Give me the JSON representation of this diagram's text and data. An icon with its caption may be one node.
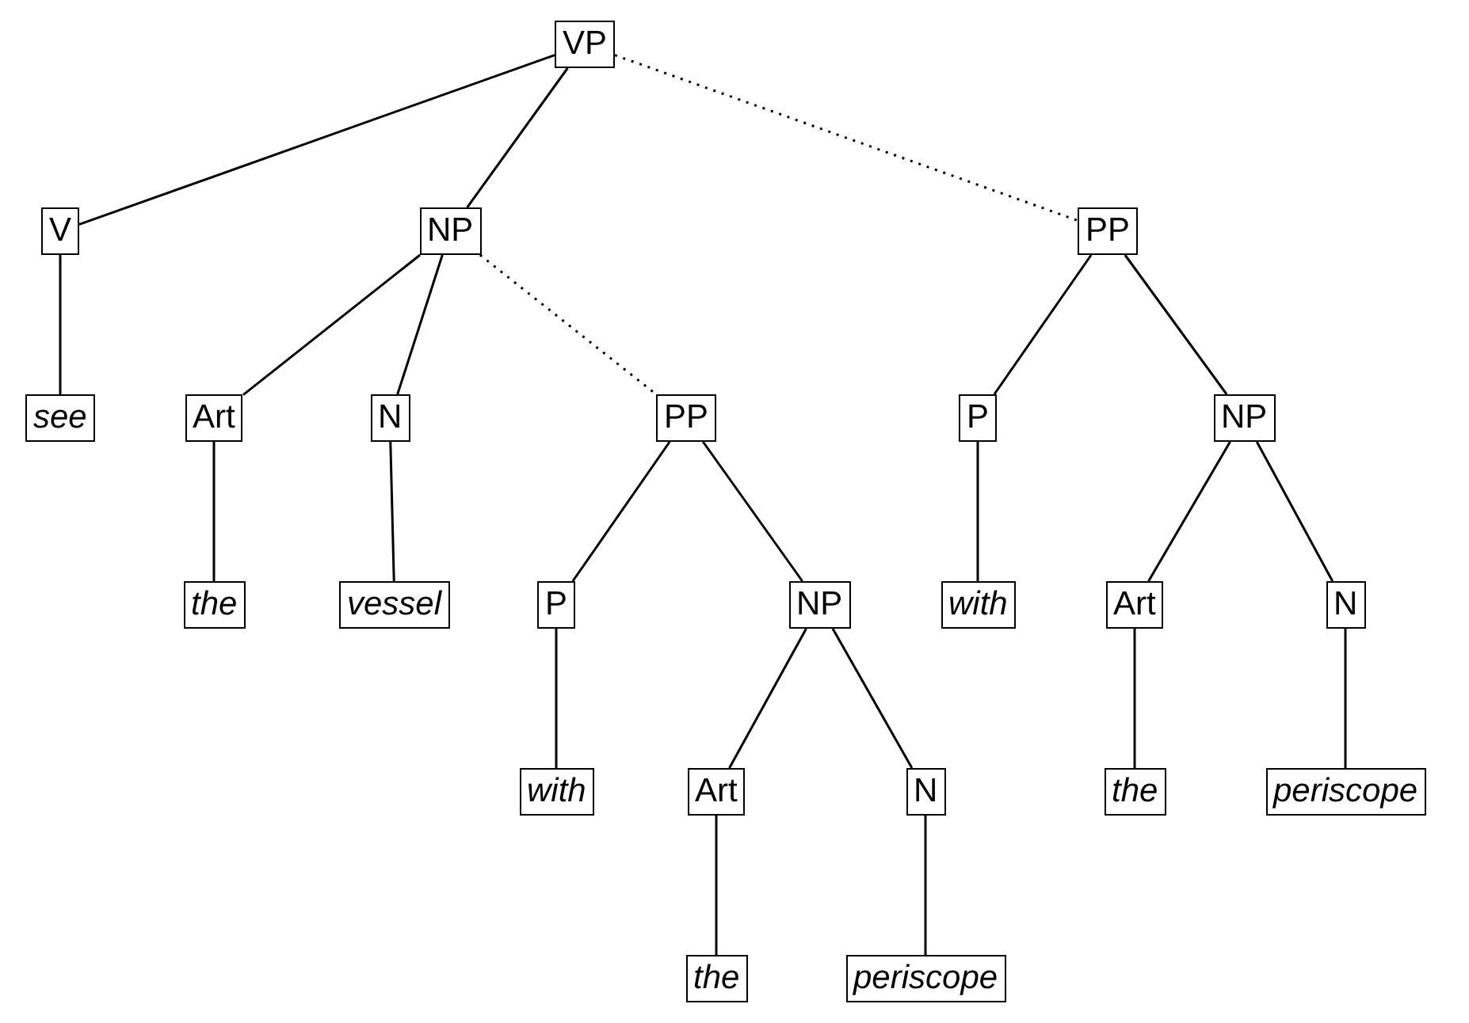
{
  "diagram": {
    "nodes": [
      {
        "text": [
          "VP"
        ]
      },
      {
        "text": [
          "V"
        ]
      },
      {
        "text": [
          "see"
        ]
      },
      {
        "text": [
          "NP"
        ]
      },
      {
        "text": [
          "Art"
        ]
      },
      {
        "text": [
          "the"
        ]
      },
      {
        "text": [
          "N"
        ]
      },
      {
        "text": [
          "vessel"
        ]
      },
      {
        "text": [
          "PP"
        ]
      },
      {
        "text": [
          "P"
        ]
      },
      {
        "text": [
          "with"
        ]
      },
      {
        "text": [
          "NP"
        ]
      },
      {
        "text": [
          "Art"
        ]
      },
      {
        "text": [
          "the"
        ]
      },
      {
        "text": [
          "N"
        ]
      },
      {
        "text": [
          "periscope"
        ]
      },
      {
        "text": [
          "PP"
        ]
      },
      {
        "text": [
          "P"
        ]
      },
      {
        "text": [
          "with"
        ]
      },
      {
        "text": [
          "NP"
        ]
      },
      {
        "text": [
          "Art"
        ]
      },
      {
        "text": [
          "the"
        ]
      },
      {
        "text": [
          "N"
        ]
      },
      {
        "text": [
          "periscope"
        ]
      }
    ],
    "edges": [
      {
        "from": 0,
        "to": 1,
        "arrow": "none"
      },
      {
        "from": 0,
        "to": 3,
        "arrow": "none"
      },
      {
        "from": 0,
        "to": 16,
        "arrow": "none",
        "style": "dashed"
      },
      {
        "from": 1,
        "to": 2,
        "arrow": "none"
      },
      {
        "from": 3,
        "to": 4,
        "arrow": "none"
      },
      {
        "from": 3,
        "to": 6,
        "arrow": "none"
      },
      {
        "from": 3,
        "to": 8,
        "arrow": "none",
        "style": "dashed"
      },
      {
        "from": 4,
        "to": 5,
        "arrow": "none"
      },
      {
        "from": 6,
        "to": 7,
        "arrow": "none"
      },
      {
        "from": 8,
        "to": 9,
        "arrow": "none"
      },
      {
        "from": 8,
        "to": 11,
        "arrow": "none"
      },
      {
        "from": 9,
        "to": 10,
        "arrow": "none"
      },
      {
        "from": 11,
        "to": 12,
        "arrow": "none"
      },
      {
        "from": 11,
        "to": 14,
        "arrow": "none"
      },
      {
        "from": 12,
        "to": 13,
        "arrow": "none"
      },
      {
        "from": 14,
        "to": 15,
        "arrow": "none"
      },
      {
        "from": 16,
        "to": 17,
        "arrow": "none"
      },
      {
        "from": 16,
        "to": 19,
        "arrow": "none"
      },
      {
        "from": 17,
        "to": 18,
        "arrow": "none"
      },
      {
        "from": 19,
        "to": 20,
        "arrow": "none"
      },
      {
        "from": 19,
        "to": 22,
        "arrow": "none"
      },
      {
        "from": 20,
        "to": 21,
        "arrow": "none"
      },
      {
        "from": 22,
        "to": 23,
        "arrow": "none"
      }
    ]
  }
}
